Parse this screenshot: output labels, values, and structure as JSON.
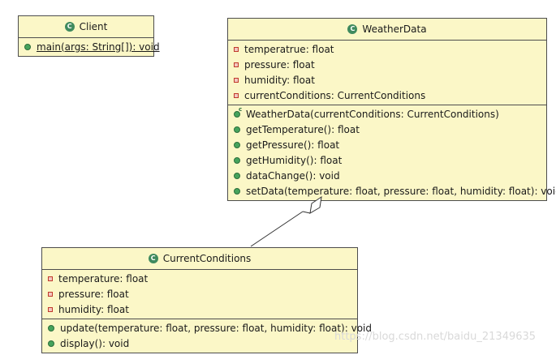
{
  "classes": {
    "client": {
      "name": "Client",
      "methods": [
        "main(args: String[]): void"
      ]
    },
    "weather_data": {
      "name": "WeatherData",
      "fields": [
        "temperatrue: float",
        "pressure: float",
        "humidity: float",
        "currentConditions: CurrentConditions"
      ],
      "methods": [
        "WeatherData(currentConditions: CurrentConditions)",
        "getTemperature(): float",
        "getPressure(): float",
        "getHumidity(): float",
        "dataChange(): void",
        "setData(temperature: float, pressure: float, humidity: float): void"
      ]
    },
    "current_conditions": {
      "name": "CurrentConditions",
      "fields": [
        "temperature: float",
        "pressure: float",
        "humidity: float"
      ],
      "methods": [
        "update(temperature: float, pressure: float, humidity: float): void",
        "display(): void"
      ]
    }
  },
  "watermark": "https://blog.csdn.net/baidu_21349635",
  "colors": {
    "class_fill": "#fbf7c7",
    "border": "#4d4d4d",
    "method_icon": "#46a35c",
    "field_icon": "#c0392b"
  }
}
